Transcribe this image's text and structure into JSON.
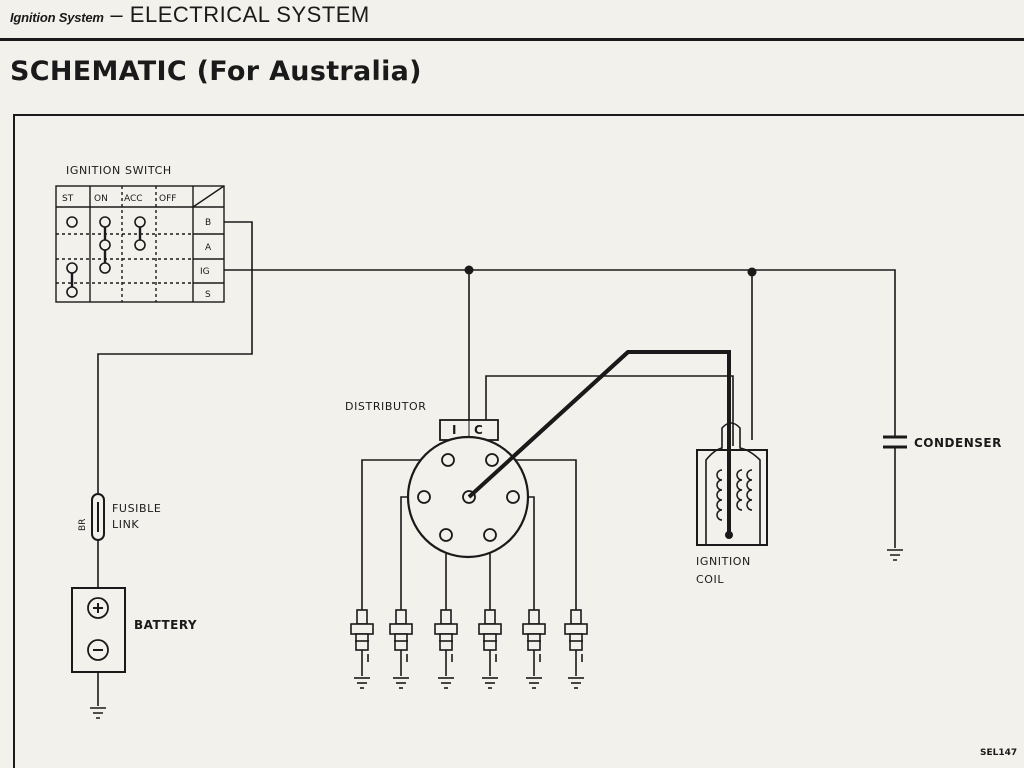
{
  "header": {
    "section": "Ignition System",
    "separator": "–",
    "title": "ELECTRICAL SYSTEM"
  },
  "page_title": "SCHEMATIC (For Australia)",
  "components": {
    "ignition_switch": {
      "label": "IGNITION SWITCH",
      "positions": [
        "ST",
        "ON",
        "ACC",
        "OFF"
      ],
      "terminals": [
        "B",
        "A",
        "IG",
        "S"
      ]
    },
    "distributor": {
      "label": "DISTRIBUTOR",
      "terminal_1": "I",
      "terminal_2": "C"
    },
    "ignition_coil": {
      "label_1": "IGNITION",
      "label_2": "COIL"
    },
    "condenser": {
      "label": "CONDENSER"
    },
    "fusible_link": {
      "label_1": "FUSIBLE",
      "label_2": "LINK",
      "wire_color": "BR"
    },
    "battery": {
      "label": "BATTERY"
    }
  },
  "ref_code": "SEL147",
  "colors": {
    "ink": "#1a1a1a",
    "paper": "#f3f1ec"
  }
}
